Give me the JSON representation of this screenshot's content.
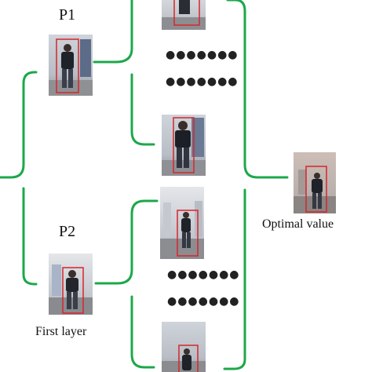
{
  "labels": {
    "p1": "P1",
    "p2": "P2",
    "first_layer": "First layer",
    "optimal_value": "Optimal value"
  },
  "ellipsis": "●●●●●●●",
  "colors": {
    "connector": "#1ca84a",
    "box": "#d8252b"
  }
}
